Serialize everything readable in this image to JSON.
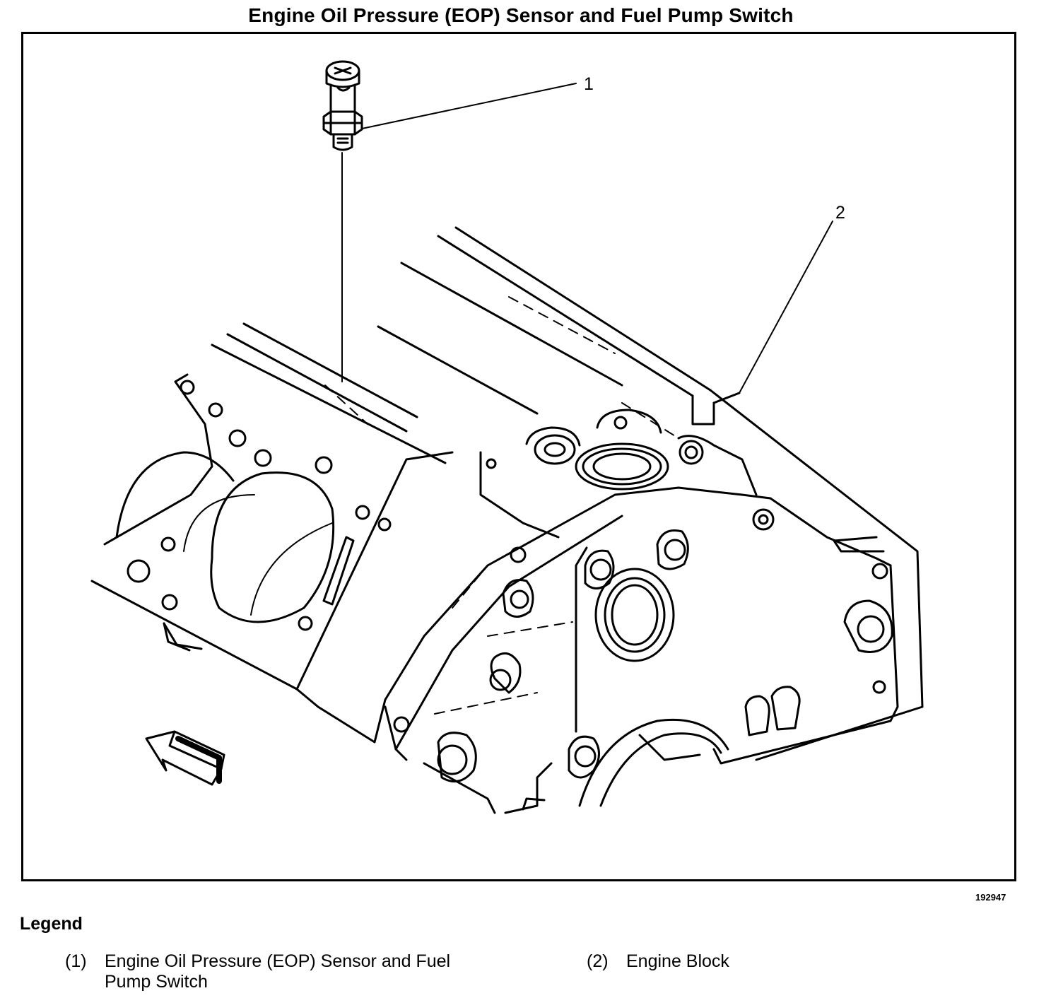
{
  "title": "Engine Oil Pressure (EOP) Sensor and Fuel Pump Switch",
  "figure_number": "192947",
  "callouts": [
    "1",
    "2"
  ],
  "legend": {
    "heading": "Legend",
    "items": [
      {
        "num": "(1)",
        "line1": "Engine Oil Pressure (EOP) Sensor and Fuel",
        "line2": "Pump Switch"
      },
      {
        "num": "(2)",
        "line1": "Engine Block",
        "line2": ""
      }
    ]
  }
}
